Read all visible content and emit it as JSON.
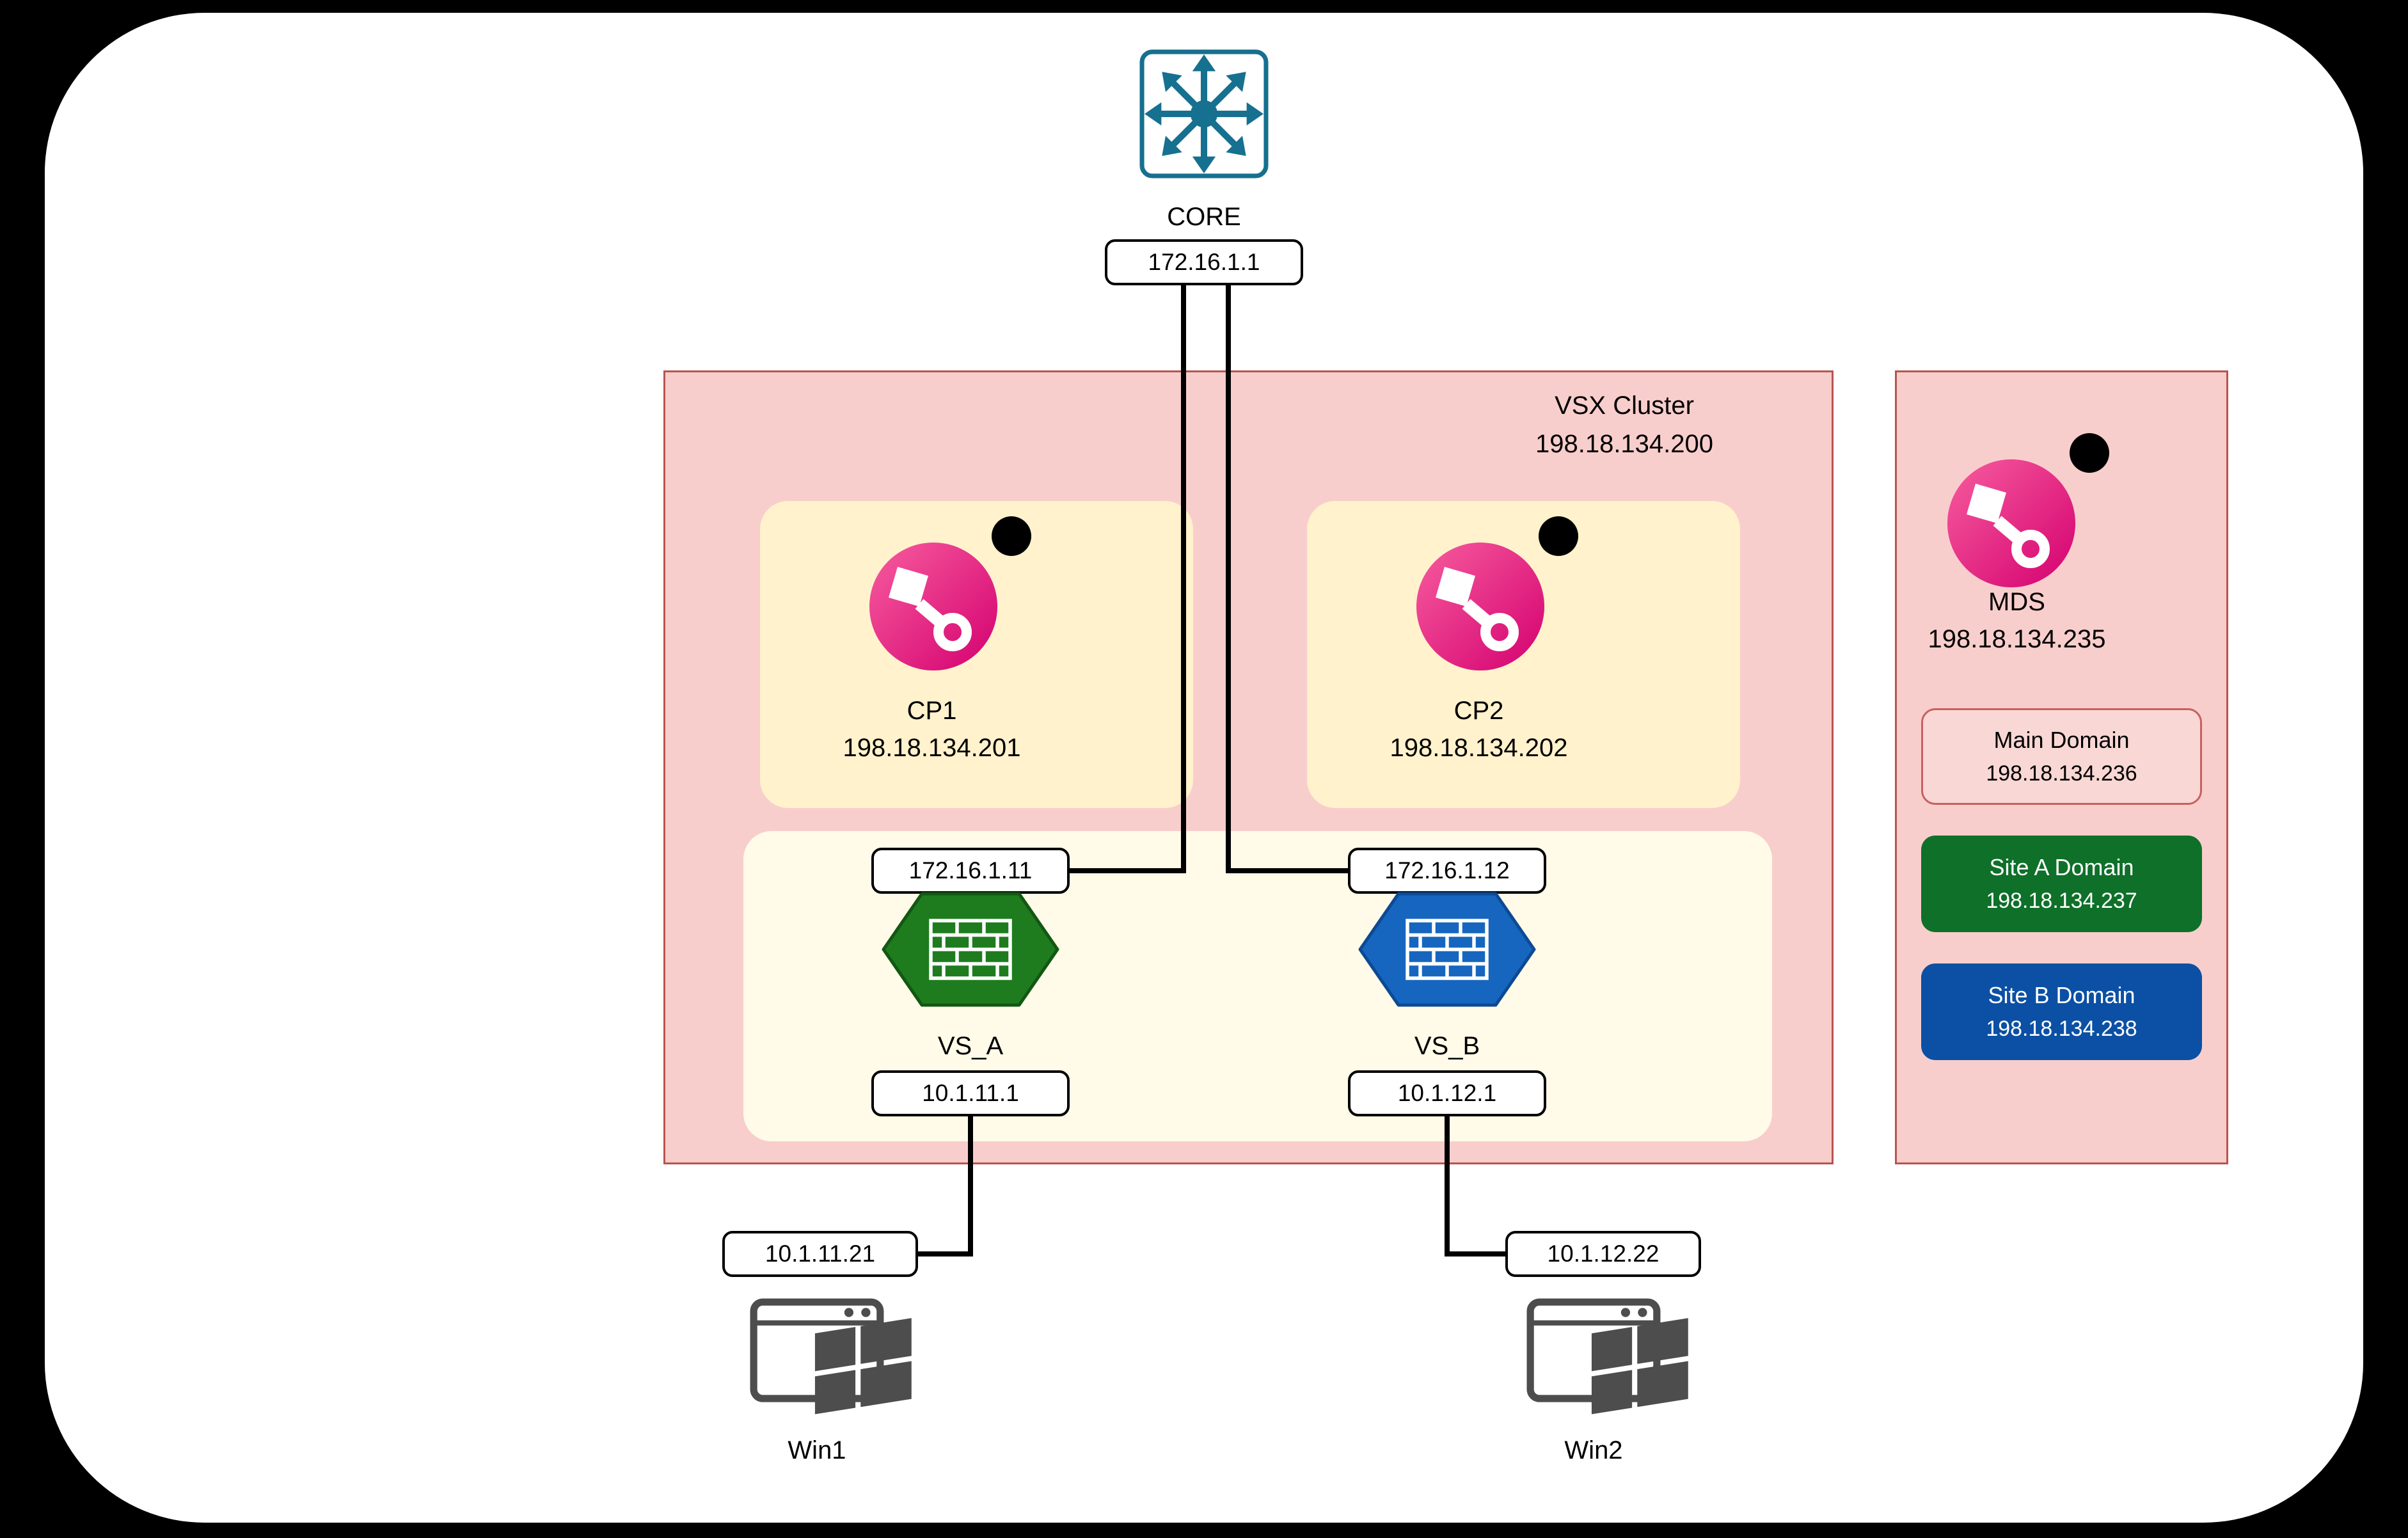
{
  "colors": {
    "frame": "#000000",
    "canvas": "#FFFFFF",
    "cluster-fill": "#F8CECC",
    "cluster-stroke": "#B85450",
    "cp-box-fill": "#FFF2CC",
    "vs-box-fill": "#FFFBE8",
    "hex-green": "#1E7C1E",
    "hex-green-dark": "#135713",
    "hex-blue": "#1666C0",
    "hex-blue-dark": "#0D4A94",
    "domain-green": "#0E7029",
    "domain-blue": "#0B50A4",
    "domain-main-fill": "#F8D7D4",
    "domain-main-stroke": "#C86060",
    "checkpoint-pink": "#E6007E",
    "core-teal": "#16708F",
    "pc-gray": "#4D4D4D",
    "line": "#000000",
    "text": "#000000"
  },
  "icons": {
    "core": "multilayer-switch-icon",
    "cp1": "checkpoint-logo-icon",
    "cp2": "checkpoint-logo-icon",
    "mds": "checkpoint-logo-icon",
    "vs_a": "firewall-hexagon-icon",
    "vs_b": "firewall-hexagon-icon",
    "win1": "windows-pc-icon",
    "win2": "windows-pc-icon"
  },
  "nodes": {
    "core": {
      "label": "CORE",
      "ip": "172.16.1.1"
    },
    "vsx_cluster": {
      "title": "VSX Cluster",
      "ip": "198.18.134.200"
    },
    "cp1": {
      "label": "CP1",
      "ip": "198.18.134.201"
    },
    "cp2": {
      "label": "CP2",
      "ip": "198.18.134.202"
    },
    "vs_a": {
      "label": "VS_A",
      "north_ip": "172.16.1.11",
      "south_ip": "10.1.11.1"
    },
    "vs_b": {
      "label": "VS_B",
      "north_ip": "172.16.1.12",
      "south_ip": "10.1.12.1"
    },
    "mds": {
      "label": "MDS",
      "ip": "198.18.134.235"
    },
    "domains": [
      {
        "label": "Main Domain",
        "ip": "198.18.134.236"
      },
      {
        "label": "Site A Domain",
        "ip": "198.18.134.237"
      },
      {
        "label": "Site B Domain",
        "ip": "198.18.134.238"
      }
    ],
    "win1": {
      "label": "Win1",
      "ip": "10.1.11.21"
    },
    "win2": {
      "label": "Win2",
      "ip": "10.1.12.22"
    }
  },
  "connections": [
    {
      "from": "CORE 172.16.1.1",
      "to": "VS_A 172.16.1.11"
    },
    {
      "from": "CORE 172.16.1.1",
      "to": "VS_B 172.16.1.12"
    },
    {
      "from": "VS_A 10.1.11.1",
      "to": "Win1 10.1.11.21"
    },
    {
      "from": "VS_B 10.1.12.1",
      "to": "Win2 10.1.12.22"
    }
  ]
}
